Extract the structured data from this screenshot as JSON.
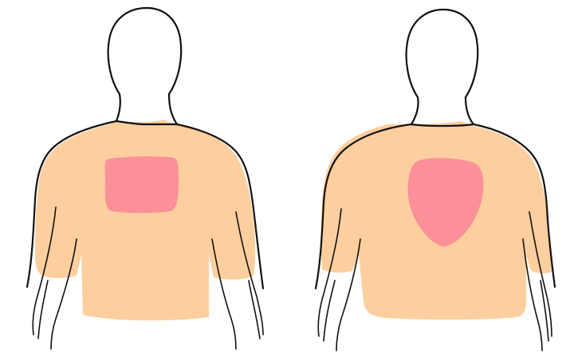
{
  "colors": {
    "background": "#ffffff",
    "outline": "#111111",
    "skin_fill": "#fdcf9e",
    "pain_area": "#fc9099"
  },
  "figures": [
    {
      "view": "back",
      "pain_region_shape": "rectangle"
    },
    {
      "view": "back",
      "pain_region_shape": "shield"
    }
  ]
}
